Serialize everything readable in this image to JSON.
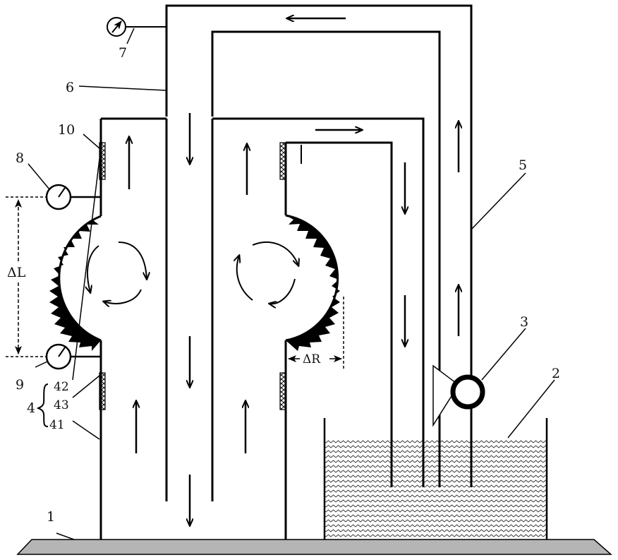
{
  "labels": {
    "n1": "1",
    "n2": "2",
    "n3": "3",
    "n4": "4",
    "n41": "41",
    "n42": "42",
    "n43": "43",
    "n5": "5",
    "n6": "6",
    "n7": "7",
    "n8": "8",
    "n9": "9",
    "n10": "10",
    "delta_l": "ΔL",
    "delta_r": "ΔR"
  },
  "colors": {
    "line": "#000000",
    "ground": "#b5b5b5",
    "water_wave": "#333333"
  }
}
